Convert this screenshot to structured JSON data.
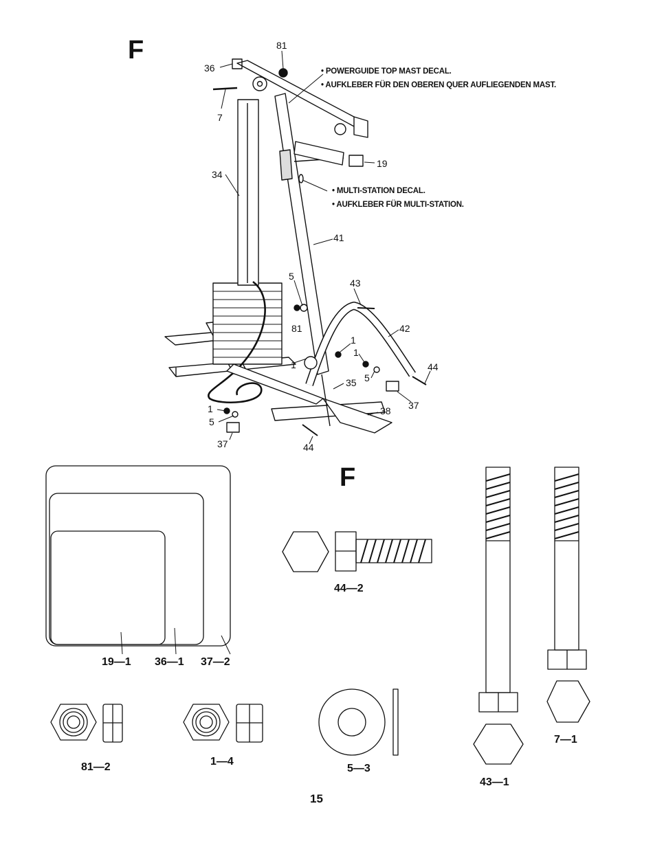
{
  "page": {
    "section_letter_top": "F",
    "section_letter_hardware": "F",
    "page_number": "15"
  },
  "decals": {
    "top_mast_en": "• POWERGUIDE TOP MAST DECAL.",
    "top_mast_de": "• AUFKLEBER FÜR DEN OBEREN QUER AUFLIEGENDEN MAST.",
    "multi_station_en": "• MULTI-STATION DECAL.",
    "multi_station_de": "• AUFKLEBER FÜR MULTI-STATION."
  },
  "callouts": [
    "81",
    "36",
    "7",
    "19",
    "34",
    "41",
    "43",
    "42",
    "5",
    "81",
    "1",
    "1",
    "1",
    "5",
    "35",
    "37",
    "44",
    "1",
    "5",
    "38",
    "37",
    "44"
  ],
  "hardware": {
    "caps": [
      "19—1",
      "36—1",
      "37—2"
    ],
    "bolt_44": "44—2",
    "bolt_43": "43—1",
    "bolt_7": "7—1",
    "nut_81": "81—2",
    "nut_1": "1—4",
    "washer_5": "5—3"
  }
}
